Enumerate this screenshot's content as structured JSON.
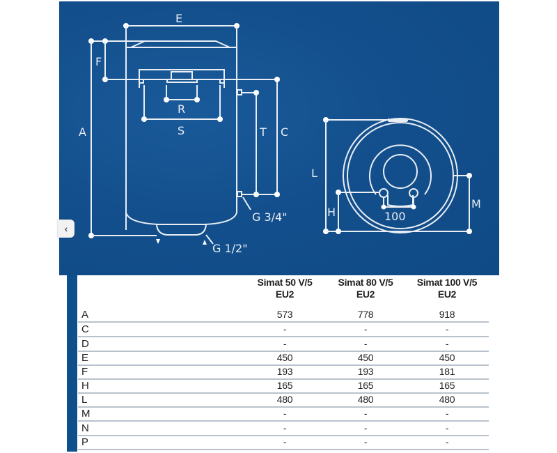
{
  "navigation": {
    "prev_icon": "‹"
  },
  "diagram": {
    "front_labels": {
      "E": "E",
      "F": "F",
      "A": "A",
      "R": "R",
      "S": "S",
      "T": "T",
      "C": "C"
    },
    "fittings": {
      "g_top": "G 3/4\"",
      "g_bottom": "G 1/2\""
    },
    "side_labels": {
      "L": "L",
      "H": "H",
      "M": "M",
      "spacing": "100"
    },
    "colors": {
      "background": "#134f8c",
      "lines": "#e9eef5"
    }
  },
  "table": {
    "columns": [
      {
        "line1": "Simat 50 V/5",
        "line2": "EU2"
      },
      {
        "line1": "Simat 80 V/5",
        "line2": "EU2"
      },
      {
        "line1": "Simat 100 V/5",
        "line2": "EU2"
      }
    ],
    "rows": [
      {
        "label": "A",
        "values": [
          "573",
          "778",
          "918"
        ]
      },
      {
        "label": "C",
        "values": [
          "-",
          "-",
          "-"
        ]
      },
      {
        "label": "D",
        "values": [
          "-",
          "-",
          "-"
        ]
      },
      {
        "label": "E",
        "values": [
          "450",
          "450",
          "450"
        ]
      },
      {
        "label": "F",
        "values": [
          "193",
          "193",
          "181"
        ]
      },
      {
        "label": "H",
        "values": [
          "165",
          "165",
          "165"
        ]
      },
      {
        "label": "L",
        "values": [
          "480",
          "480",
          "480"
        ]
      },
      {
        "label": "M",
        "values": [
          "-",
          "-",
          "-"
        ]
      },
      {
        "label": "N",
        "values": [
          "-",
          "-",
          "-"
        ]
      },
      {
        "label": "P",
        "values": [
          "-",
          "-",
          "-"
        ]
      }
    ]
  }
}
